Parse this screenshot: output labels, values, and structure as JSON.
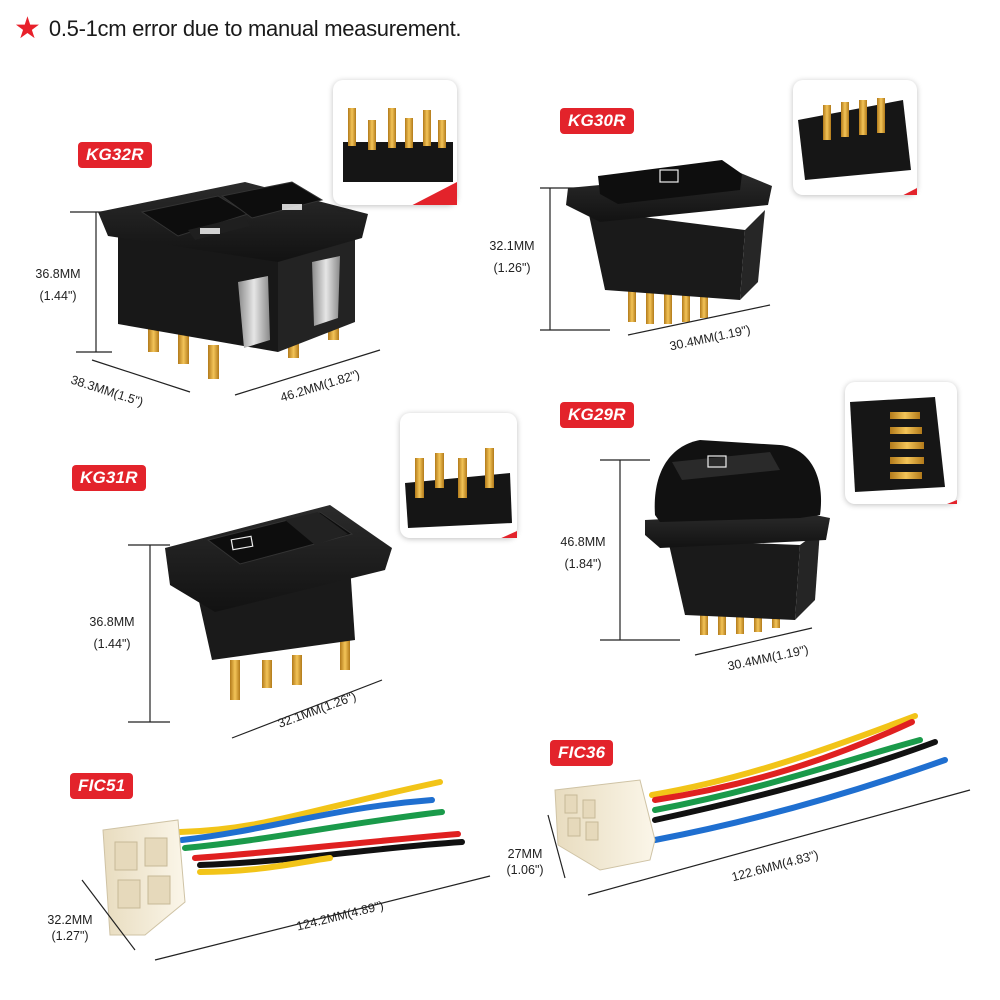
{
  "note": {
    "star_icon": "star-icon",
    "text": "0.5-1cm error due to manual measurement."
  },
  "colors": {
    "accent": "#e3232b",
    "switch_body": "#1b1b1b",
    "connector": "#f3ead3",
    "pin": "#d9a233"
  },
  "products": [
    {
      "model": "KG32R",
      "height_mm": "36.8MM",
      "height_in": "(1.44\")",
      "depth": "38.3MM(1.5\")",
      "width": "46.2MM(1.82\")"
    },
    {
      "model": "KG30R",
      "height_mm": "32.1MM",
      "height_in": "(1.26\")",
      "width": "30.4MM(1.19\")"
    },
    {
      "model": "KG31R",
      "height_mm": "36.8MM",
      "height_in": "(1.44\")",
      "width": "32.1MM(1.26\")"
    },
    {
      "model": "KG29R",
      "height_mm": "46.8MM",
      "height_in": "(1.84\")",
      "width": "30.4MM(1.19\")"
    },
    {
      "model": "FIC51",
      "height_mm": "32.2MM",
      "height_in": "(1.27\")",
      "length": "124.2MM(4.89\")"
    },
    {
      "model": "FIC36",
      "height_mm": "27MM",
      "height_in": "(1.06\")",
      "length": "122.6MM(4.83\")"
    }
  ]
}
